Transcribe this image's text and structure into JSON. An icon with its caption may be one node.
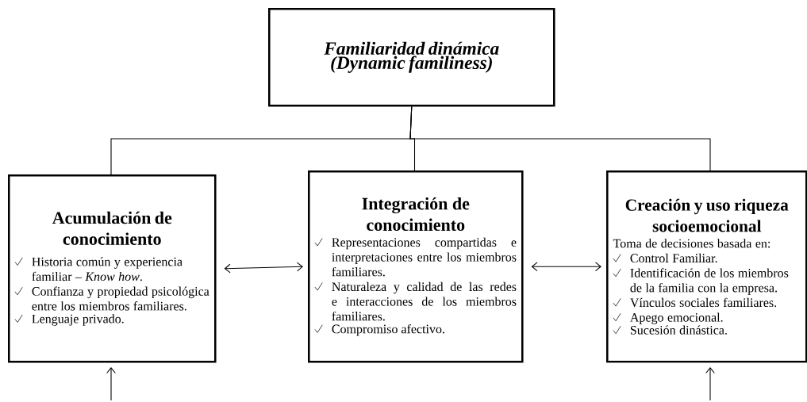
{
  "diagram": {
    "nodes": [
      {
        "text": [
          "Familiaridad dinámica (Dynamic familiness)"
        ]
      },
      {
        "text": [
          "Acumulación de conocimiento",
          "Historia común y experiencia familiar – *Know how*.",
          "Confianza y propiedad psicológica entre los miembros familiares.",
          "Lenguaje privado."
        ]
      },
      {
        "text": [
          "Integración de conocimiento",
          "Representaciones compartidas e interpretaciones entre los miembros familiares.",
          "Naturaleza y calidad de las redes e interacciones de los miembros familiares.",
          "Compromiso afectivo."
        ]
      },
      {
        "text": [
          "Creación y uso riqueza socioemocional",
          "Toma de decisiones basada en:",
          "Control Familiar.",
          "Identificación de los miembros de la familia con la empresa.",
          "Vínculos sociales familiares.",
          "Apego emocional.",
          "Sucesión dinástica."
        ]
      }
    ],
    "edges": [
      {
        "from": 0,
        "to": 1,
        "arrow": "none"
      },
      {
        "from": 0,
        "to": 2,
        "arrow": "none"
      },
      {
        "from": 0,
        "to": 3,
        "arrow": "none"
      },
      {
        "from": 1,
        "to": 2,
        "arrow": "both"
      },
      {
        "from": 2,
        "to": 3,
        "arrow": "both"
      },
      {
        "from": null,
        "to": 1,
        "arrow": "to"
      },
      {
        "from": null,
        "to": 3,
        "arrow": "to"
      }
    ]
  }
}
